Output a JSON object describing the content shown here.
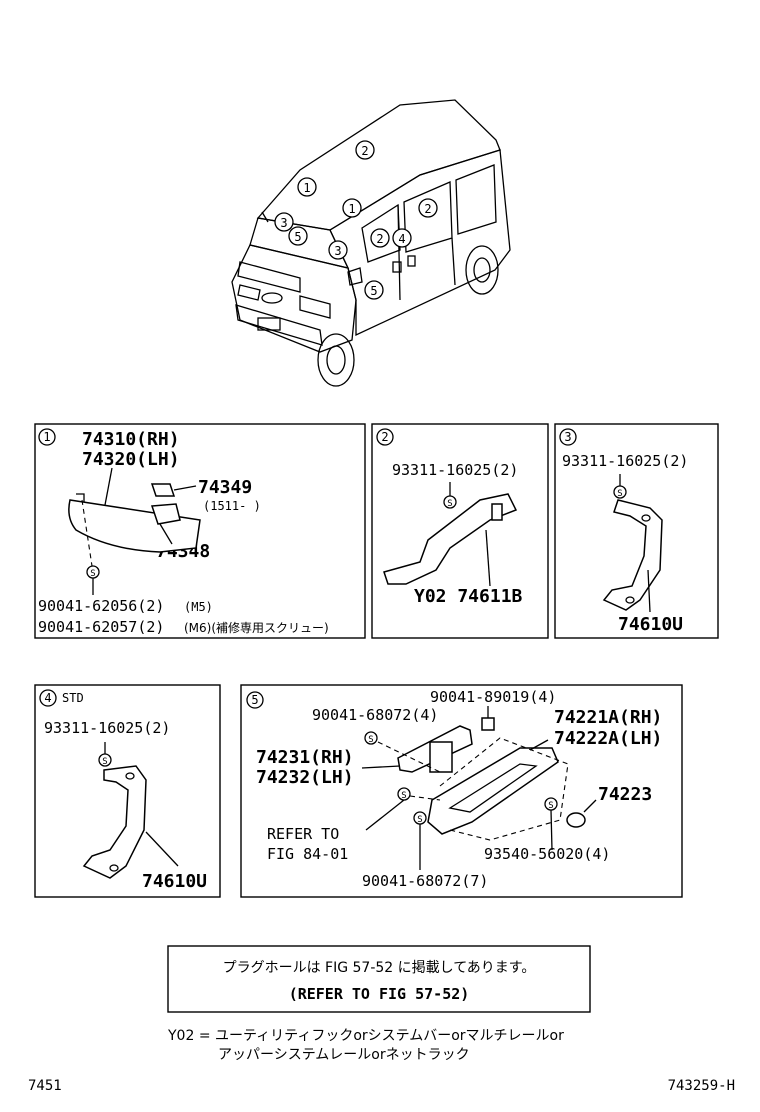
{
  "vehicle": {
    "callouts": [
      "2",
      "1",
      "1",
      "2",
      "3",
      "5",
      "3",
      "2",
      "4",
      "5"
    ]
  },
  "panel1": {
    "index": "1",
    "part_rh": "74310(RH)",
    "part_lh": "74320(LH)",
    "part_clip": "74349",
    "clip_note": "(1511-     )",
    "part_holder": "74348",
    "screw_m5": "90041-62056(2)",
    "screw_m5_note": "(M5)",
    "screw_m6": "90041-62057(2)",
    "screw_m6_note": "(M6)(補修専用スクリュー)",
    "s_mark": "S"
  },
  "panel2": {
    "index": "2",
    "screw": "93311-16025(2)",
    "part": "Y02 74611B",
    "s_mark": "S"
  },
  "panel3": {
    "index": "3",
    "screw": "93311-16025(2)",
    "part": "74610U",
    "s_mark": "S"
  },
  "panel4": {
    "index": "4",
    "variant": "STD",
    "screw": "93311-16025(2)",
    "part": "74610U",
    "s_mark": "S"
  },
  "panel5": {
    "index": "5",
    "screw_top": "90041-89019(4)",
    "screw_a": "90041-68072(4)",
    "part_rh_a": "74221A(RH)",
    "part_lh_a": "74222A(LH)",
    "part_rh_b": "74231(RH)",
    "part_lh_b": "74232(LH)",
    "part_cap": "74223",
    "refer_1": "REFER TO",
    "refer_2": "FIG 84-01",
    "screw_c": "93540-56020(4)",
    "screw_b": "90041-68072(7)",
    "s_mark": "S"
  },
  "note": {
    "line1": "プラグホールは FIG 57-52 に掲載してあります。",
    "line2": "(REFER TO FIG 57-52)"
  },
  "legend": {
    "line1": "Y02 = ユーティリティフックorシステムバーorマルチレールor",
    "line2": "アッパーシステムレールorネットラック"
  },
  "footer": {
    "left": "7451",
    "right": "743259-H"
  }
}
